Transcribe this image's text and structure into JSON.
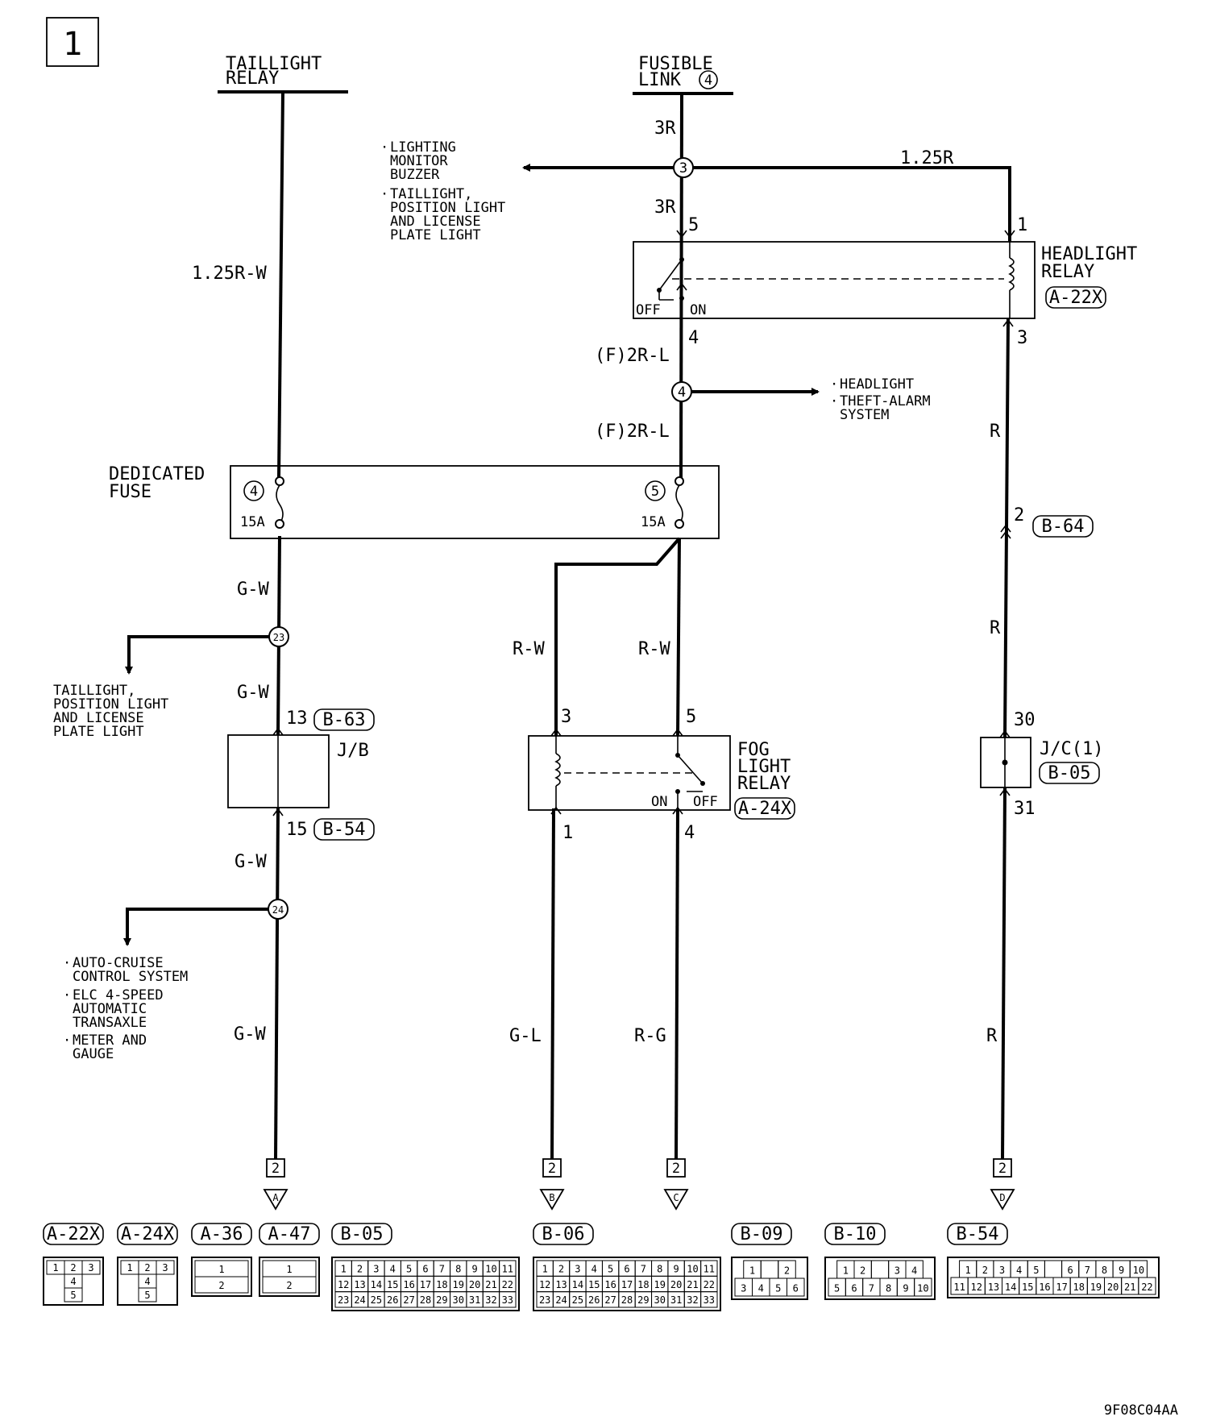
{
  "page_number": "1",
  "sources": {
    "taillight_relay": [
      "TAILLIGHT",
      "RELAY"
    ],
    "fusible_link": [
      "FUSIBLE",
      "LINK"
    ],
    "fusible_link_number": "4"
  },
  "wires": {
    "w_1_25rw": "1.25R-W",
    "w_3r_top": "3R",
    "w_3r_mid": "3R",
    "w_1_25r": "1.25R",
    "w_f2rl_1": "(F)2R-L",
    "w_f2rl_2": "(F)2R-L",
    "w_r1": "R",
    "w_r2": "R",
    "w_r3": "R",
    "w_gw1": "G-W",
    "w_gw2": "G-W",
    "w_gw3": "G-W",
    "w_gw4": "G-W",
    "w_rw1": "R-W",
    "w_rw2": "R-W",
    "w_gl": "G-L",
    "w_rg": "R-G"
  },
  "callouts": {
    "lighting_monitor": [
      "LIGHTING",
      "MONITOR",
      "BUZZER"
    ],
    "taillight_position_top": [
      "TAILLIGHT,",
      "POSITION LIGHT",
      "AND LICENSE",
      "PLATE LIGHT"
    ],
    "headlight": [
      "HEADLIGHT"
    ],
    "theft_alarm": [
      "THEFT-ALARM",
      "SYSTEM"
    ],
    "taillight_position_left": [
      "TAILLIGHT,",
      "POSITION LIGHT",
      "AND LICENSE",
      "PLATE LIGHT"
    ],
    "auto_cruise": [
      "AUTO-CRUISE",
      "CONTROL SYSTEM"
    ],
    "elc": [
      "ELC 4-SPEED",
      "AUTOMATIC",
      "TRANSAXLE"
    ],
    "meter": [
      "METER AND",
      "GAUGE"
    ]
  },
  "junctions": {
    "j3": "3",
    "j4": "4",
    "j23": "23",
    "j24": "24"
  },
  "headlight_relay": {
    "title": [
      "HEADLIGHT",
      "RELAY"
    ],
    "connector": "A-22X",
    "pin5": "5",
    "pin1": "1",
    "pin4": "4",
    "pin3": "3",
    "off": "OFF",
    "on": "ON"
  },
  "dedicated_fuse": {
    "title": [
      "DEDICATED",
      "FUSE"
    ],
    "fuse4": "4",
    "fuse5": "5",
    "rating4": "15A",
    "rating5": "15A"
  },
  "b64": {
    "pin": "2",
    "connector": "B-64"
  },
  "jb": {
    "label": "J/B",
    "pin_in": "13",
    "conn_in": "B-63",
    "pin_out": "15",
    "conn_out": "B-54"
  },
  "fog_relay": {
    "title": [
      "FOG",
      "LIGHT",
      "RELAY"
    ],
    "connector": "A-24X",
    "pin3": "3",
    "pin5": "5",
    "pin1": "1",
    "pin4": "4",
    "on": "ON",
    "off": "OFF"
  },
  "jc": {
    "label": "J/C(1)",
    "connector": "B-05",
    "pin_in": "30",
    "pin_out": "31"
  },
  "continuations": [
    {
      "page": "2",
      "letter": "A"
    },
    {
      "page": "2",
      "letter": "B"
    },
    {
      "page": "2",
      "letter": "C"
    },
    {
      "page": "2",
      "letter": "D"
    }
  ],
  "connector_views": [
    {
      "label": "A-22X",
      "rows": [
        [
          "1",
          "2",
          "3"
        ],
        [
          "4"
        ],
        [
          "5"
        ]
      ]
    },
    {
      "label": "A-24X",
      "rows": [
        [
          "1",
          "2",
          "3"
        ],
        [
          "4"
        ],
        [
          "5"
        ]
      ]
    },
    {
      "label": "A-36",
      "rows": [
        [
          "1"
        ],
        [
          "2"
        ]
      ]
    },
    {
      "label": "A-47",
      "rows": [
        [
          "1"
        ],
        [
          "2"
        ]
      ]
    },
    {
      "label": "B-05",
      "rows": [
        [
          "1",
          "2",
          "3",
          "4",
          "5",
          "6",
          "7",
          "8",
          "9",
          "10",
          "11"
        ],
        [
          "12",
          "13",
          "14",
          "15",
          "16",
          "17",
          "18",
          "19",
          "20",
          "21",
          "22"
        ],
        [
          "23",
          "24",
          "25",
          "26",
          "27",
          "28",
          "29",
          "30",
          "31",
          "32",
          "33"
        ]
      ]
    },
    {
      "label": "B-06",
      "rows": [
        [
          "1",
          "2",
          "3",
          "4",
          "5",
          "6",
          "7",
          "8",
          "9",
          "10",
          "11"
        ],
        [
          "12",
          "13",
          "14",
          "15",
          "16",
          "17",
          "18",
          "19",
          "20",
          "21",
          "22"
        ],
        [
          "23",
          "24",
          "25",
          "26",
          "27",
          "28",
          "29",
          "30",
          "31",
          "32",
          "33"
        ]
      ]
    },
    {
      "label": "B-09",
      "rows": [
        [
          "1",
          "",
          "2"
        ],
        [
          "3",
          "4",
          "5",
          "6"
        ]
      ]
    },
    {
      "label": "B-10",
      "rows": [
        [
          "1",
          "2",
          "",
          "3",
          "4"
        ],
        [
          "5",
          "6",
          "7",
          "8",
          "9",
          "10"
        ]
      ]
    },
    {
      "label": "B-54",
      "rows": [
        [
          "1",
          "2",
          "3",
          "4",
          "5",
          "",
          "6",
          "7",
          "8",
          "9",
          "10"
        ],
        [
          "11",
          "12",
          "13",
          "14",
          "15",
          "16",
          "17",
          "18",
          "19",
          "20",
          "21",
          "22"
        ]
      ]
    }
  ],
  "figure_code": "9F08C04AA"
}
